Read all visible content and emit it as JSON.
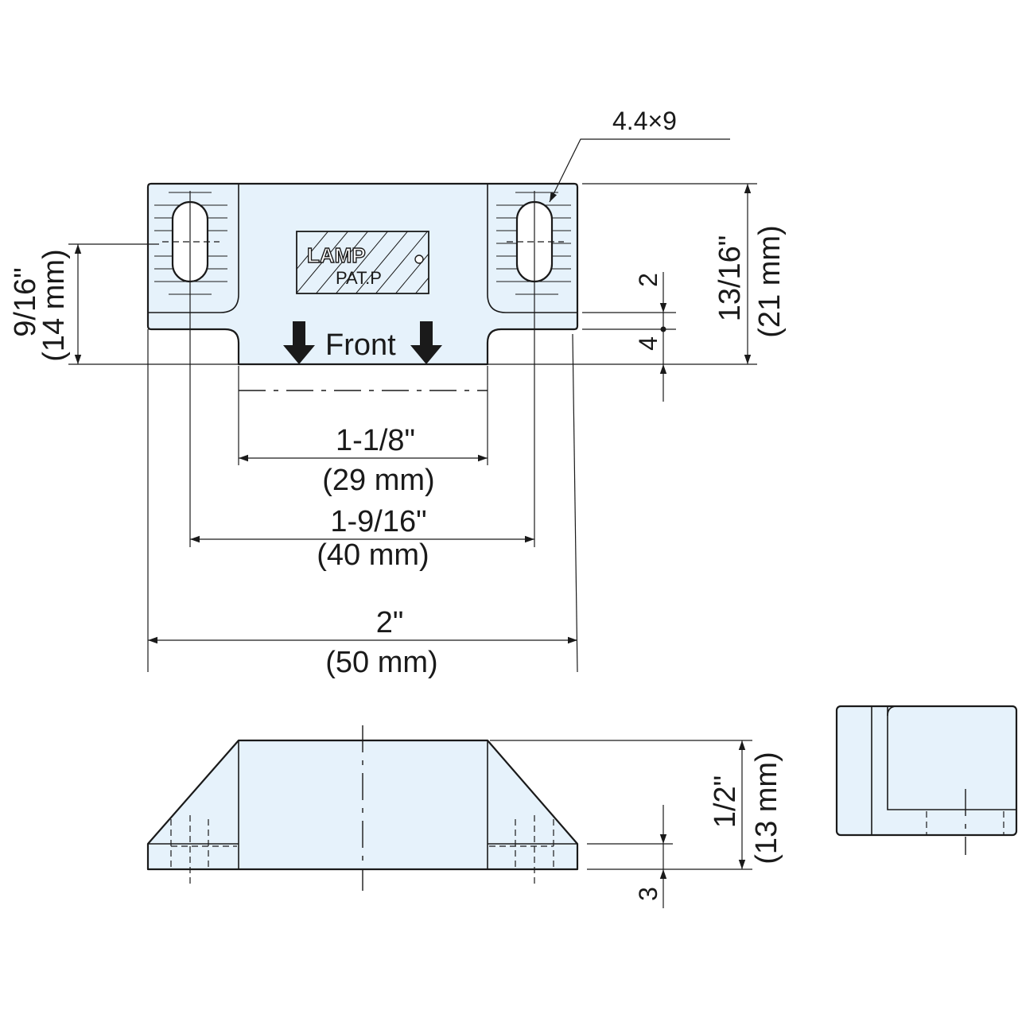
{
  "top_view": {
    "slot_label": "4.4×9",
    "logo_text": "LAMP",
    "patent_text": "PAT.P",
    "front_label": "Front",
    "dim_inner_in": "1-1/8\"",
    "dim_inner_mm": "(29 mm)",
    "dim_holes_in": "1-9/16\"",
    "dim_holes_mm": "(40 mm)",
    "dim_total_in": "2\"",
    "dim_total_mm": "(50 mm)",
    "dim_height_in": "13/16\"",
    "dim_height_mm": "(21 mm)",
    "dim_left_in": "9/16\"",
    "dim_left_mm": "(14 mm)",
    "dim_small_a": "2",
    "dim_small_b": "4"
  },
  "front_view": {
    "dim_height_in": "1/2\"",
    "dim_height_mm": "(13 mm)",
    "dim_base": "3"
  },
  "colors": {
    "part_fill": "#e6f2fb",
    "line": "#1a1a1a"
  }
}
